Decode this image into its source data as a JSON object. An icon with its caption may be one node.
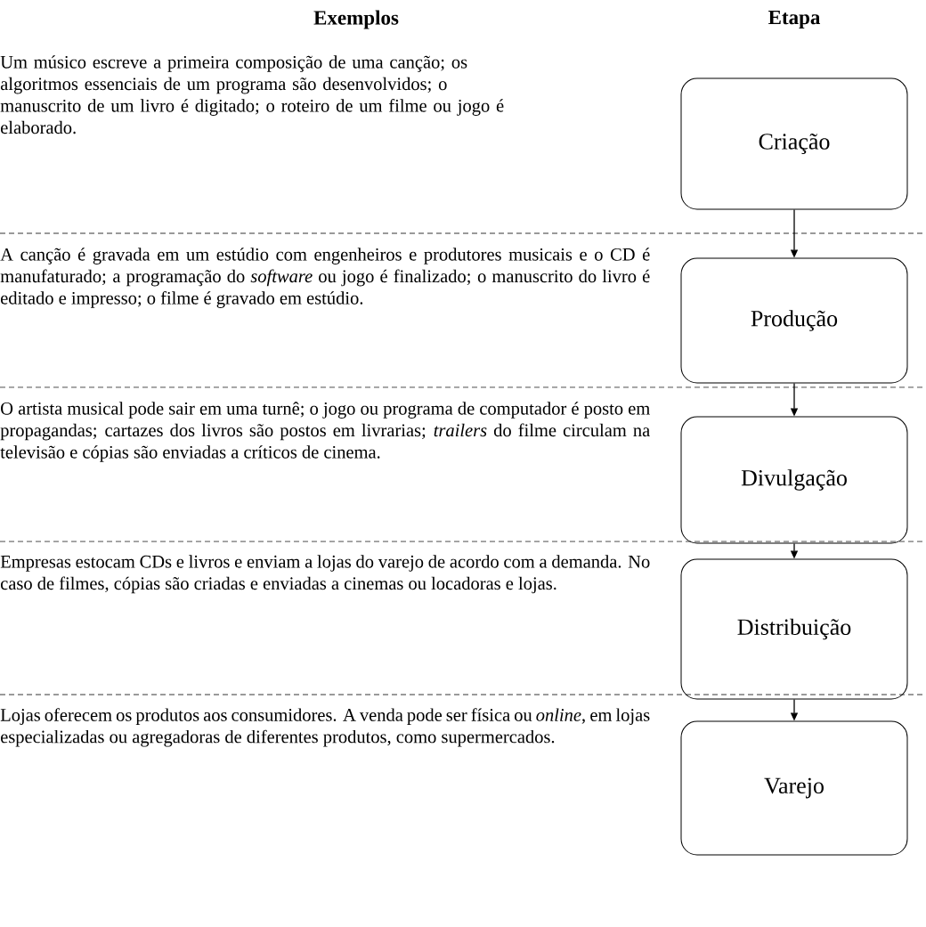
{
  "diagram": {
    "nodes": [
      {
        "text": [
          "Criação"
        ]
      },
      {
        "text": [
          "Produção"
        ],
        "beside": [
          "A canção é gravada em um estúdio com engenheiros e produtores musicais e o CD é manufaturado; a programação do *software* ou jogo é finalizado; o manuscrito do livro é editado e impresso; o filme é gravado em estúdio."
        ]
      },
      {
        "text": [
          "Divulgação"
        ],
        "beside": [
          "O artista musical pode sair em uma turnê; o jogo ou programa de computador é posto em propagandas; cartazes dos livros são postos em livrarias; *trailers* do filme circulam na televisão e cópias são enviadas a críticos de cinema."
        ]
      },
      {
        "text": [
          "Distribuição"
        ],
        "beside": [
          "Empresas estocam CDs e livros e enviam a lojas do varejo de acordo com a demanda. No caso de filmes, cópias são criadas e enviadas a cinemas ou locadoras e lojas."
        ]
      },
      {
        "text": [
          "Varejo"
        ],
        "beside": [
          "Lojas oferecem os produtos aos consumidores. A venda pode ser física ou *online*, em lojas especializadas ou agregadoras de diferentes produtos, como supermercados."
        ]
      }
    ],
    "edges": [
      {
        "from": 0,
        "to": 1,
        "arrow": "to"
      },
      {
        "from": 1,
        "to": 2,
        "arrow": "to"
      },
      {
        "from": 2,
        "to": 3,
        "arrow": "to"
      },
      {
        "from": 3,
        "to": 4,
        "arrow": "to"
      }
    ],
    "labels": [
      "Exemplos",
      "Etapa",
      "Um músico escreve a primeira composição de uma canção; os algoritmos essenciais de um programa são desenvolvidos; o manuscrito de um livro é digitado; o roteiro de um filme ou jogo é elaborado."
    ]
  }
}
